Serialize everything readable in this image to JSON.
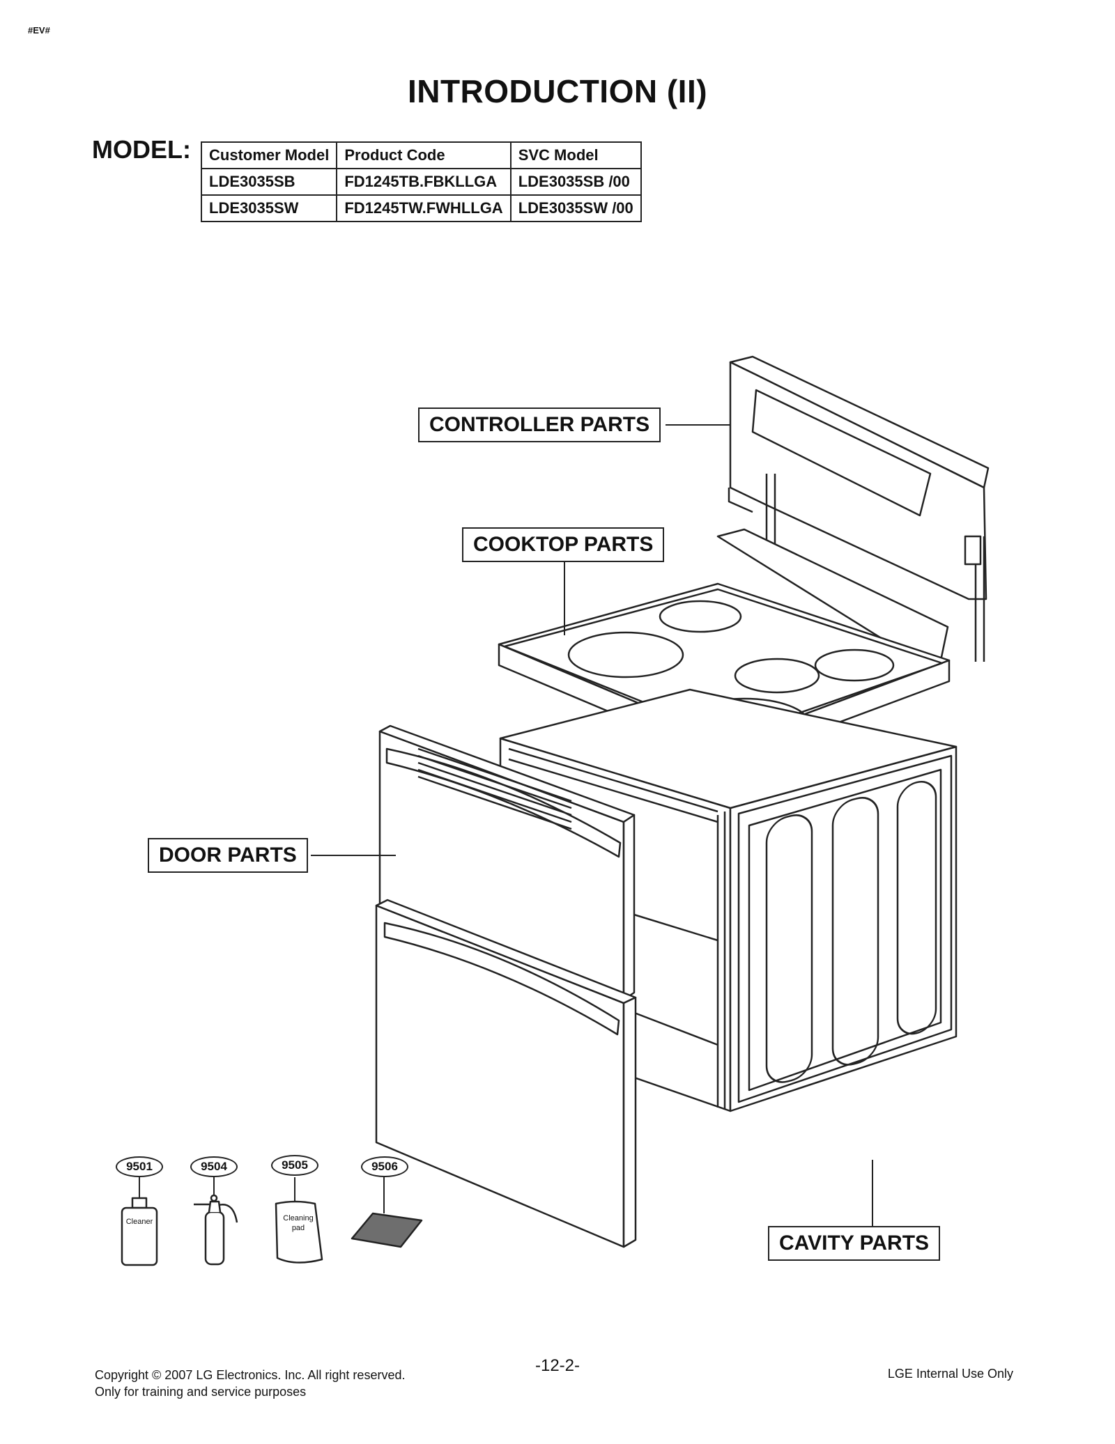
{
  "doc_tag": "#EV#",
  "title": "INTRODUCTION (II)",
  "model_label": "MODEL:",
  "model_table": {
    "headers": [
      "Customer Model",
      "Product Code",
      "SVC Model"
    ],
    "rows": [
      [
        "LDE3035SB",
        "FD1245TB.FBKLLGA",
        "LDE3035SB /00"
      ],
      [
        "LDE3035SW",
        "FD1245TW.FWHLLGA",
        "LDE3035SW /00"
      ]
    ]
  },
  "callouts": {
    "controller": "CONTROLLER PARTS",
    "cooktop": "COOKTOP PARTS",
    "door": "DOOR PARTS",
    "cavity": "CAVITY PARTS"
  },
  "accessories": [
    {
      "number": "9501",
      "icon": "cleaner-bottle-icon",
      "label": "Cleaner"
    },
    {
      "number": "9504",
      "icon": "spray-bottle-icon",
      "label": ""
    },
    {
      "number": "9505",
      "icon": "cleaning-pad-bag-icon",
      "label": "Cleaning pad"
    },
    {
      "number": "9506",
      "icon": "scrub-pad-icon",
      "label": ""
    }
  ],
  "page_number": "-12-2-",
  "footer": {
    "copyright": "Copyright © 2007 LG Electronics. Inc. All right reserved.",
    "purpose": "Only for training and service purposes",
    "internal": "LGE Internal Use Only"
  }
}
